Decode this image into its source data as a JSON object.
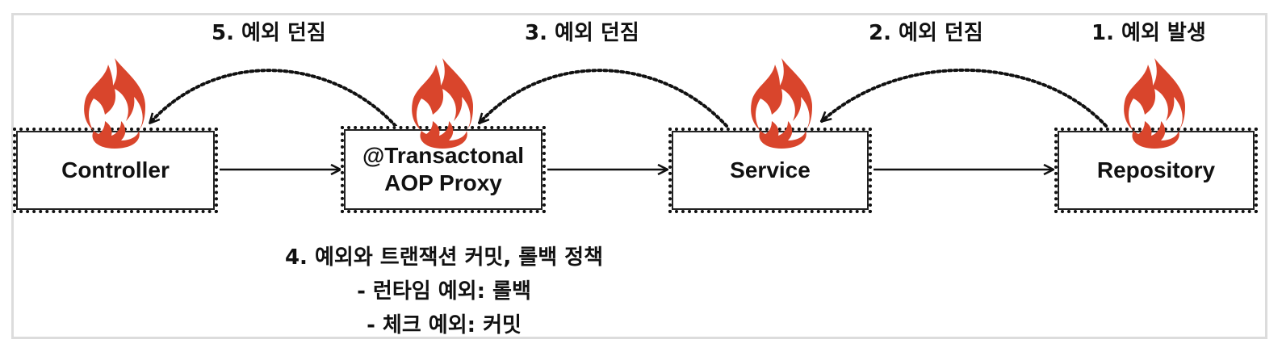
{
  "colors": {
    "flame": "#d9452c",
    "stroke": "#111111",
    "frame": "#dcdcdc"
  },
  "nodes": {
    "controller": {
      "label": "Controller"
    },
    "proxy": {
      "line1": "@Transactonal",
      "line2": "AOP Proxy"
    },
    "service": {
      "label": "Service"
    },
    "repository": {
      "label": "Repository"
    }
  },
  "steps": {
    "step1": "1. 예외 발생",
    "step2": "2. 예외 던짐",
    "step3": "3. 예외 던짐",
    "step5": "5. 예외 던짐"
  },
  "policy": {
    "title": "4. 예외와 트랜잭션 커밋, 롤백 정책",
    "runtime": "- 런타임 예외: 롤백",
    "checked": "- 체크 예외: 커밋"
  },
  "icons": [
    "flame-icon"
  ]
}
